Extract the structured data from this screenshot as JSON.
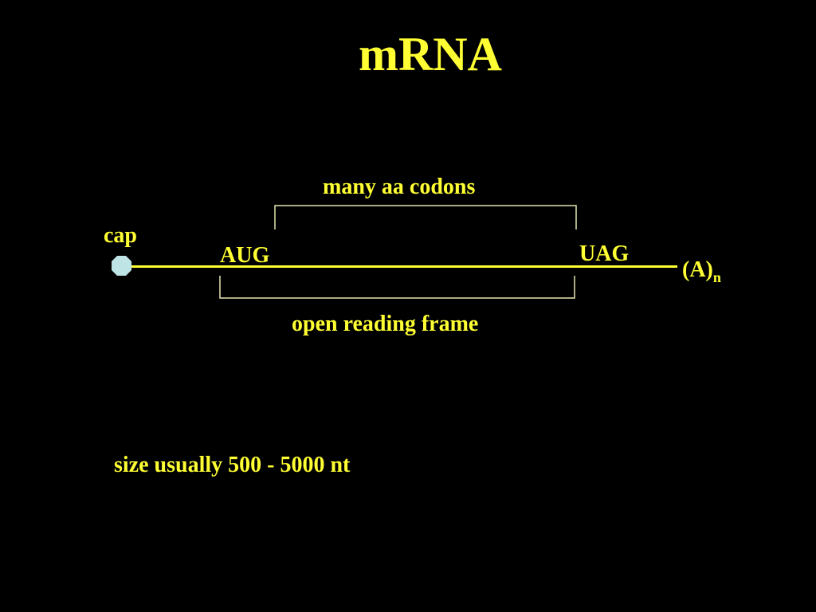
{
  "title": "mRNA",
  "labels": {
    "cap": "cap",
    "start_codon": "AUG",
    "stop_codon": "UAG",
    "poly_a": "(A)",
    "poly_a_subscript": "n",
    "top_bracket": "many aa codons",
    "bottom_bracket": "open reading frame"
  },
  "note": "size usually 500 - 5000 nt",
  "colors": {
    "background": "#000000",
    "text": "#ffff33",
    "line": "#ffff33",
    "bracket": "#e6e6b0",
    "cap": "#bfe4e6"
  }
}
